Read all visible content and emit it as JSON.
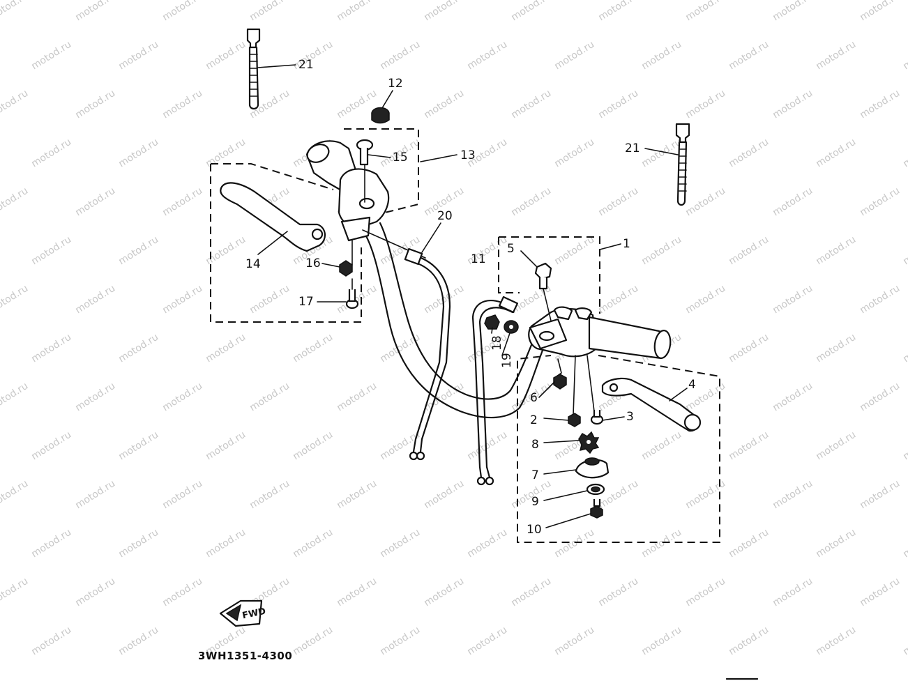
{
  "diagram": {
    "drawing_code": "3WH1351-4300",
    "watermark_text": "motod.ru",
    "direction_badge": "FWD",
    "callouts": [
      {
        "id": "c1",
        "label": "1"
      },
      {
        "id": "c2",
        "label": "2"
      },
      {
        "id": "c3",
        "label": "3"
      },
      {
        "id": "c4",
        "label": "4"
      },
      {
        "id": "c5",
        "label": "5"
      },
      {
        "id": "c6",
        "label": "6"
      },
      {
        "id": "c7",
        "label": "7"
      },
      {
        "id": "c8",
        "label": "8"
      },
      {
        "id": "c9",
        "label": "9"
      },
      {
        "id": "c10",
        "label": "10"
      },
      {
        "id": "c11",
        "label": "11"
      },
      {
        "id": "c12",
        "label": "12"
      },
      {
        "id": "c13",
        "label": "13"
      },
      {
        "id": "c14",
        "label": "14"
      },
      {
        "id": "c15",
        "label": "15"
      },
      {
        "id": "c16",
        "label": "16"
      },
      {
        "id": "c17",
        "label": "17"
      },
      {
        "id": "c18",
        "label": "18"
      },
      {
        "id": "c19",
        "label": "19"
      },
      {
        "id": "c20",
        "label": "20"
      },
      {
        "id": "c21a",
        "label": "21"
      },
      {
        "id": "c21b",
        "label": "21"
      }
    ]
  }
}
